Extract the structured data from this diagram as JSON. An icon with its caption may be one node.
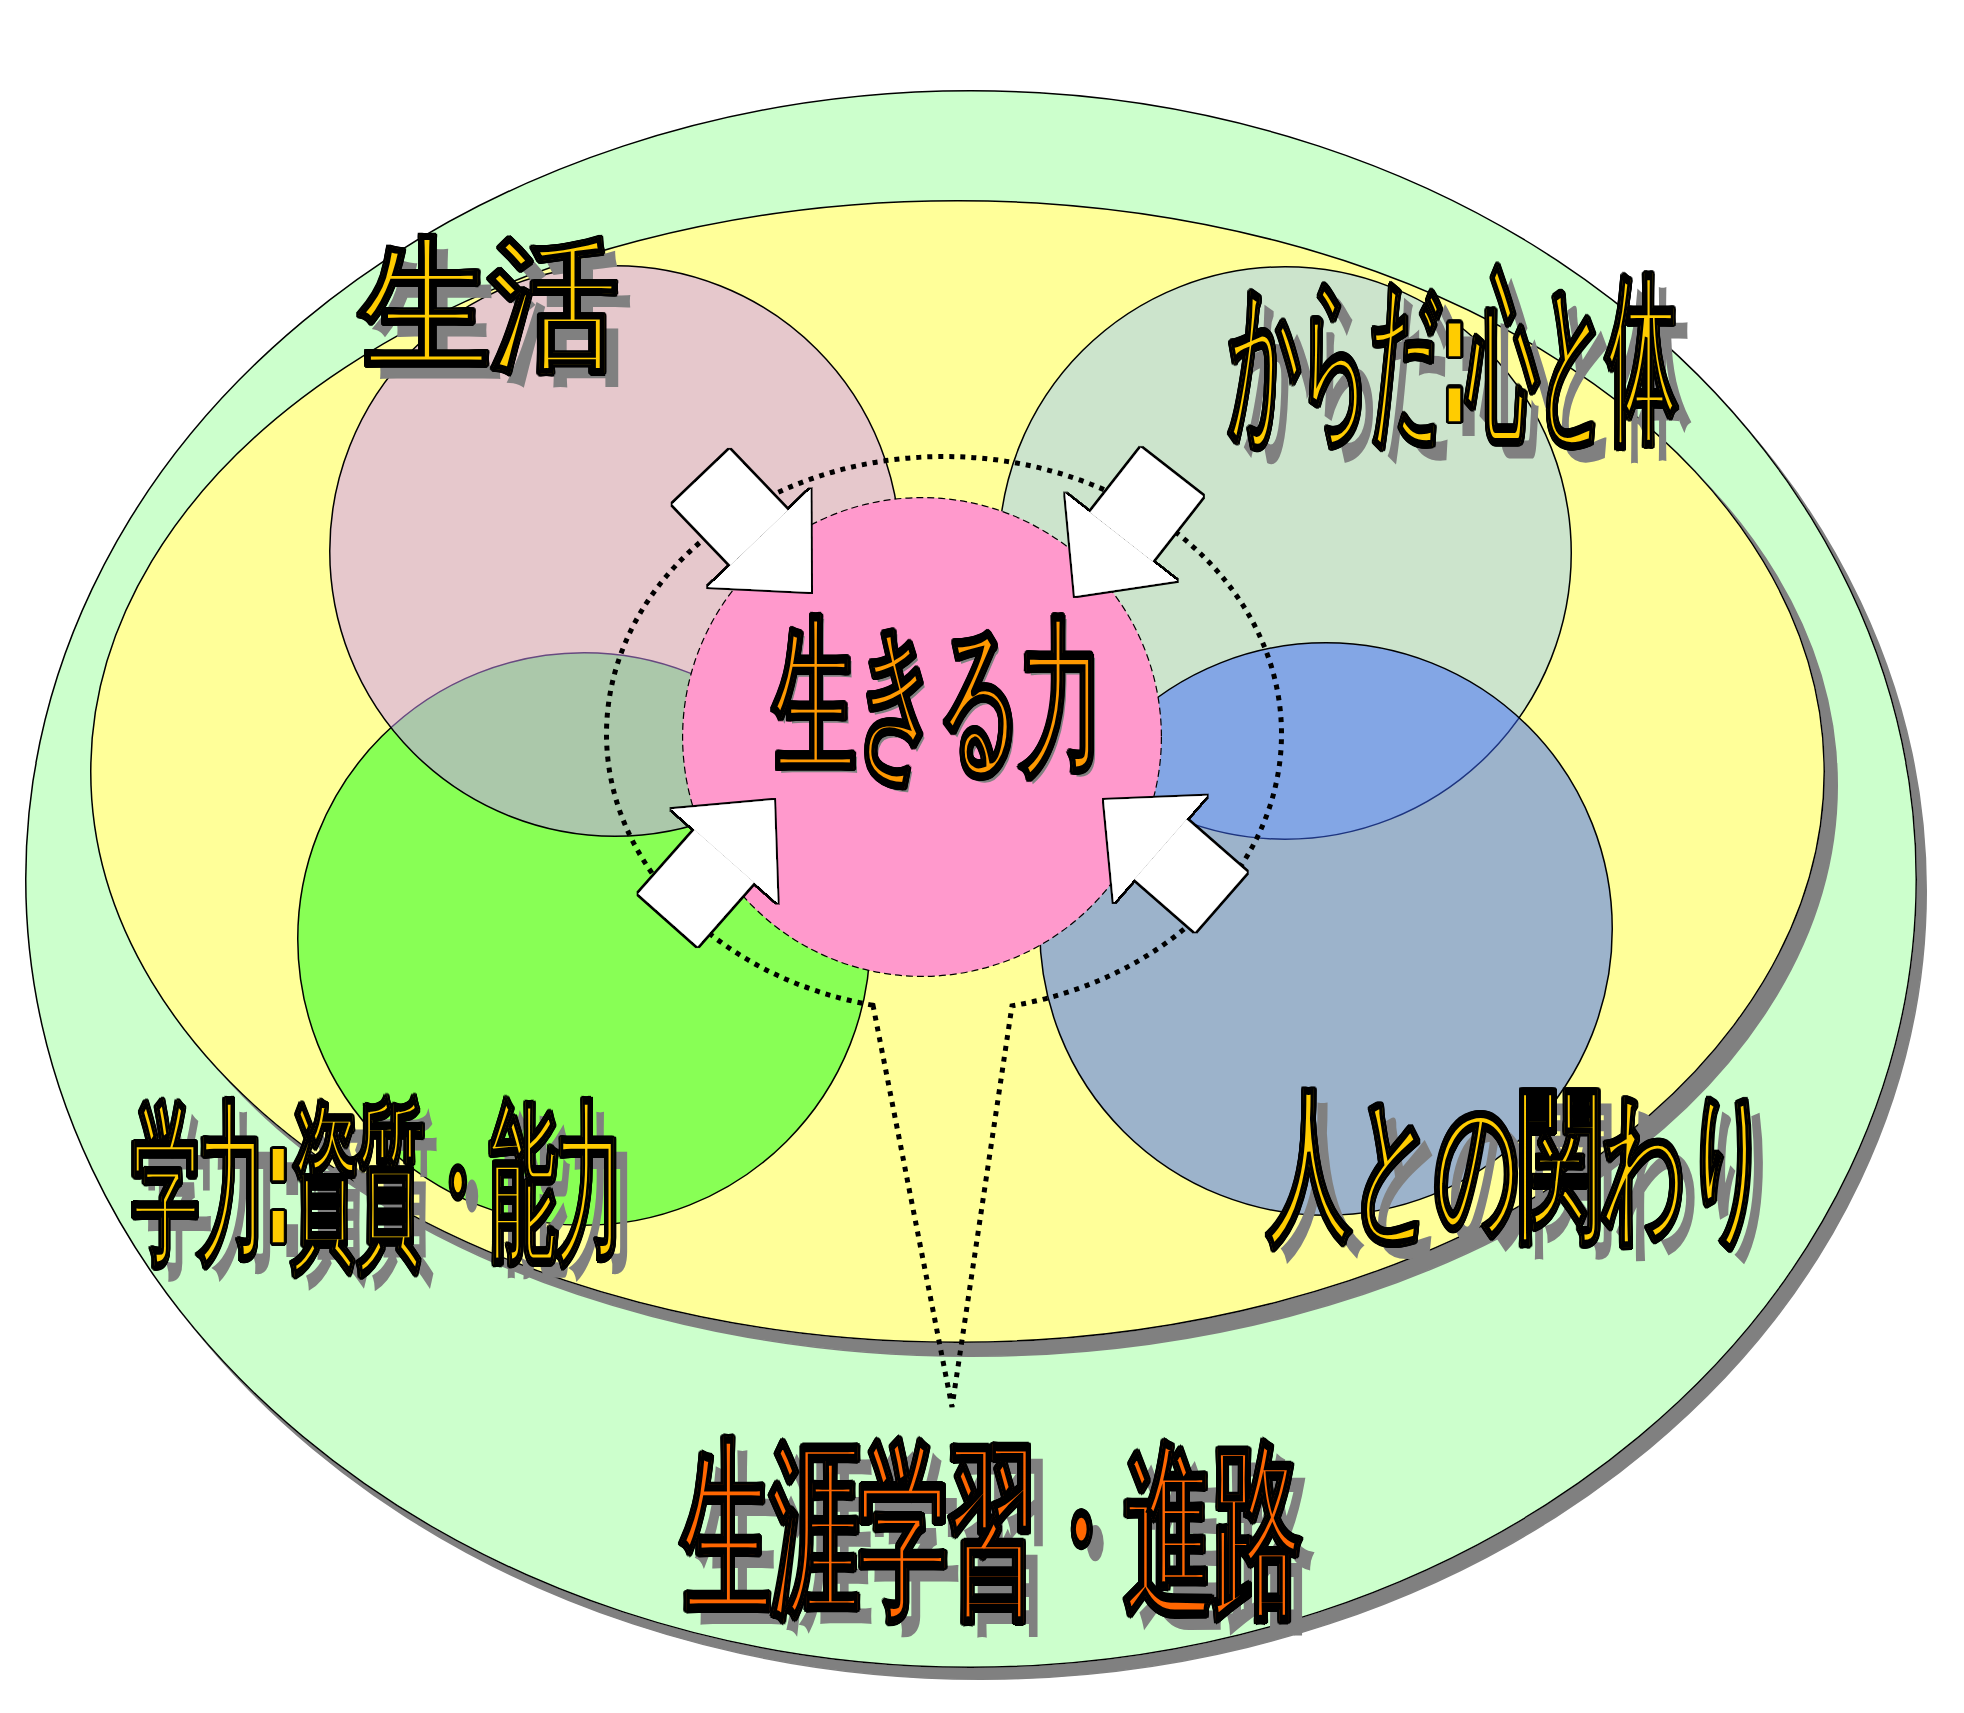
{
  "diagram": {
    "nodes": [
      {
        "text": [
          "生涯学習・進路"
        ]
      },
      {
        "text": [],
        "shape": "ellipse",
        "in": 0
      },
      {
        "text": [
          "生活"
        ],
        "in": 1
      },
      {
        "text": [
          "からだ:心と体"
        ],
        "in": 1
      },
      {
        "text": [
          "学力:資質・能力"
        ],
        "in": 1
      },
      {
        "text": [
          "人との関わり"
        ],
        "in": 1
      },
      {
        "text": [],
        "shape": "callout",
        "in": 0
      },
      {
        "text": [
          "生きる力"
        ],
        "in": 6
      }
    ],
    "edges": [
      {
        "from": 2,
        "to": 7,
        "arrow": "to"
      },
      {
        "from": 3,
        "to": 7,
        "arrow": "to"
      },
      {
        "from": 4,
        "to": 7,
        "arrow": "to"
      },
      {
        "from": 5,
        "to": 7,
        "arrow": "to"
      }
    ]
  }
}
